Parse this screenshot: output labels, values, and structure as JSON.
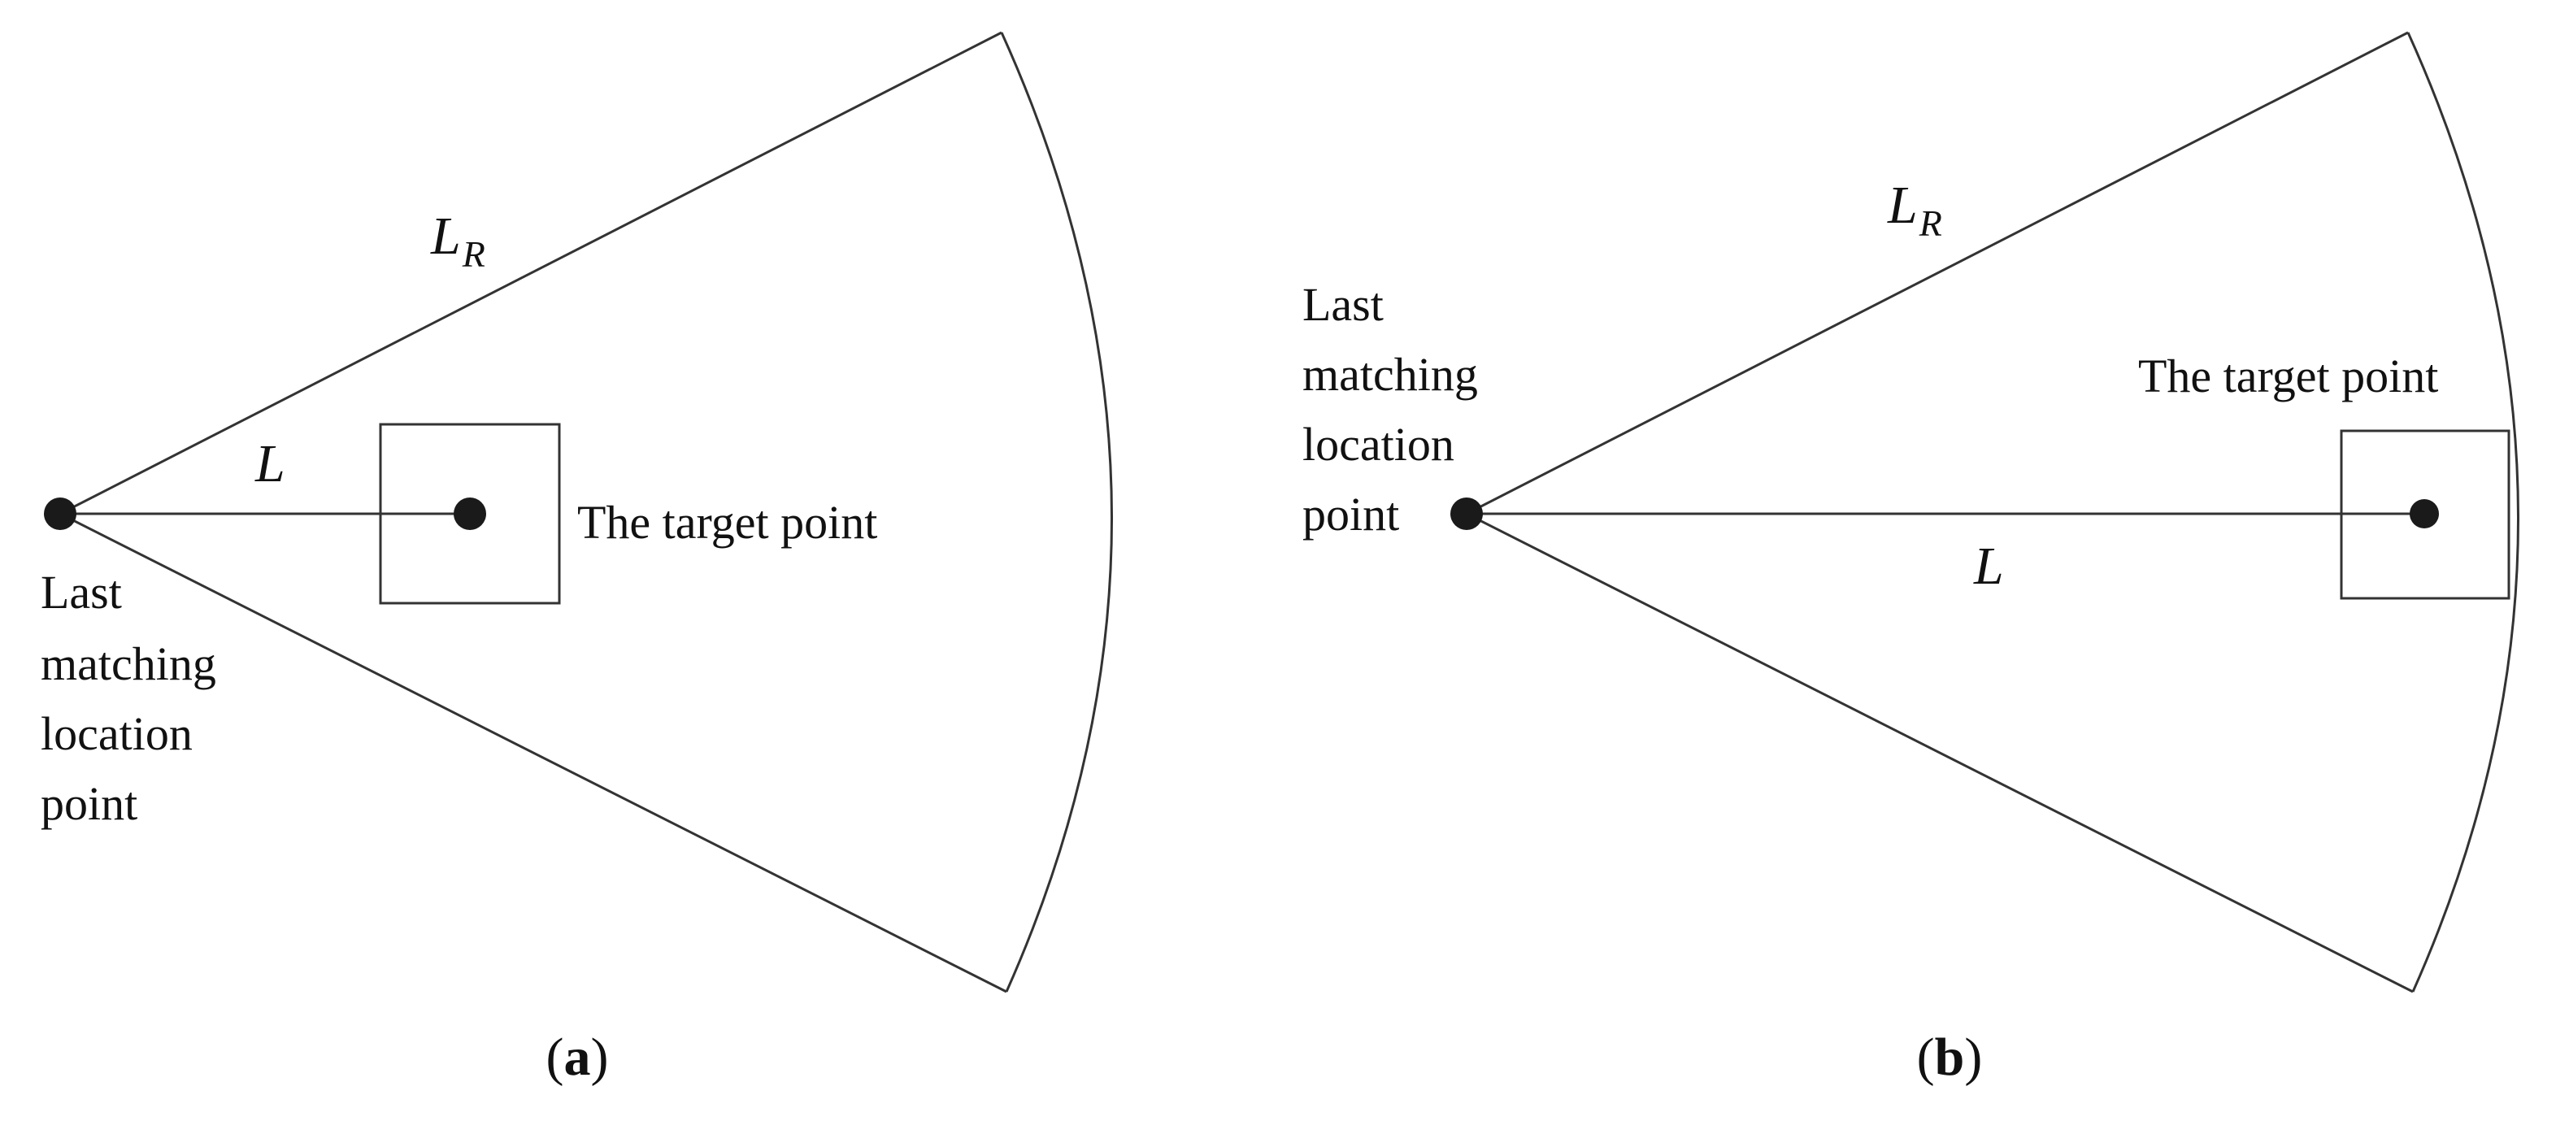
{
  "panels": [
    {
      "caption_open": "(",
      "caption_letter": "a",
      "caption_close": ")",
      "range_label_main": "L",
      "range_label_sub": "R",
      "distance_label": "L",
      "origin_label_lines": [
        "Last",
        "matching",
        "location",
        "point"
      ],
      "target_label": "The target point"
    },
    {
      "caption_open": "(",
      "caption_letter": "b",
      "caption_close": ")",
      "range_label_main": "L",
      "range_label_sub": "R",
      "distance_label": "L",
      "origin_label_lines": [
        "Last",
        "matching",
        "location",
        "point"
      ],
      "target_label": "The target point"
    }
  ]
}
